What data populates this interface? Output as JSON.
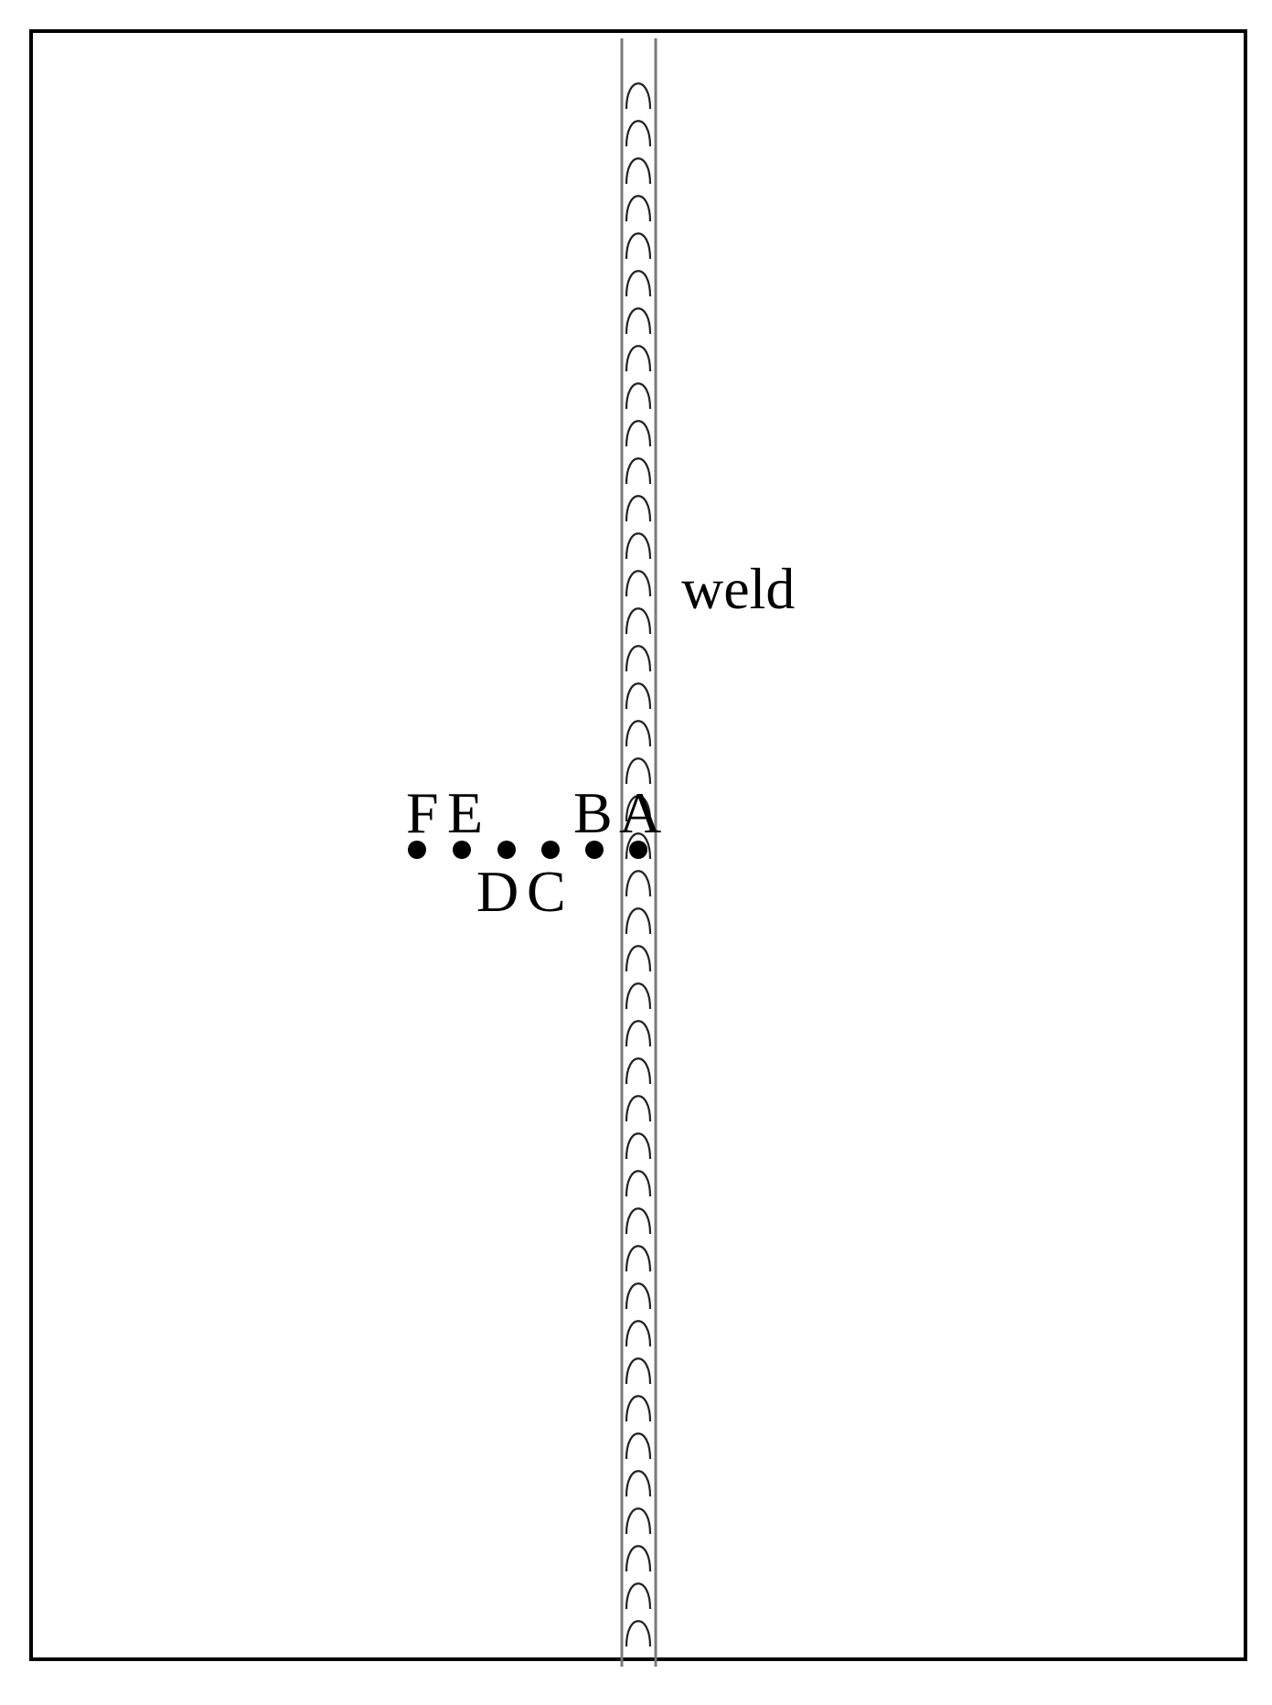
{
  "labels": {
    "weld": "weld",
    "points": [
      "A",
      "B",
      "C",
      "D",
      "E",
      "F"
    ]
  },
  "colors": {
    "plate_border": "#000000",
    "weld_edge": "#7a7a7a",
    "ripple": "#222222",
    "point": "#000000"
  }
}
